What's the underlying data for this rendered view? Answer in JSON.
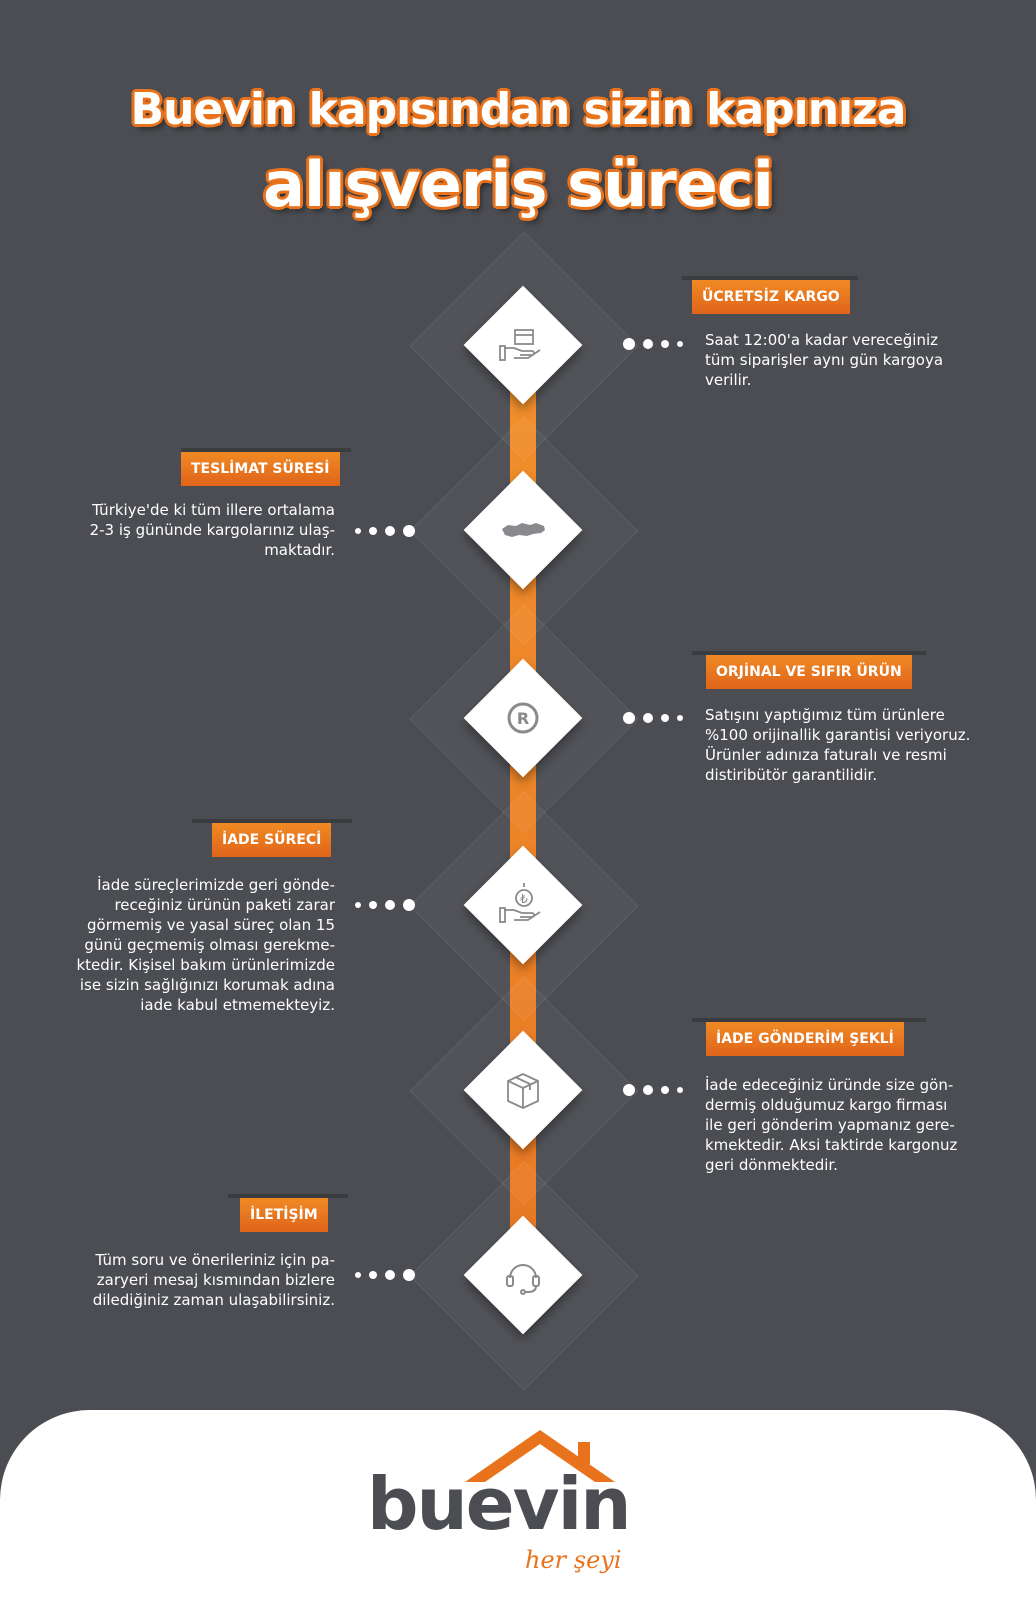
{
  "header": {
    "line1": "Buevin kapısından sizin kapınıza",
    "line2": "alışveriş süreci"
  },
  "steps": [
    {
      "title": "ÜCRETSİZ KARGO",
      "text": "Saat 12:00'a kadar vereceğiniz\ntüm siparişler aynı gün kargoya\nverilir.",
      "icon": "hand-box-icon",
      "side": "right"
    },
    {
      "title": "TESLİMAT SÜRESİ",
      "text": "Türkiye'de ki tüm illere ortalama\n2-3 iş gününde kargolarınız ulaş-\nmaktadır.",
      "icon": "turkey-map-icon",
      "side": "left"
    },
    {
      "title": "ORJİNAL VE SIFIR ÜRÜN",
      "text": "Satışını yaptığımız tüm ürünlere\n%100 orijinallik garantisi veriyoruz.\nÜrünler adınıza faturalı ve resmi\ndistiribütör garantilidir.",
      "icon": "registered-icon",
      "side": "right"
    },
    {
      "title": "İADE SÜRECİ",
      "text": "İade süreçlerimizde geri gönde-\nreceğiniz ürünün paketi zarar\ngörmemiş ve yasal süreç olan 15\ngünü geçmemiş olması gerekme-\nktedir. Kişisel bakım ürünlerimizde\nise sizin sağlığınızı korumak adına\niade kabul etmemekteyiz.",
      "icon": "hand-lira-icon",
      "side": "left"
    },
    {
      "title": "İADE GÖNDERİM ŞEKLİ",
      "text": "İade edeceğiniz üründe size gön-\ndermiş olduğumuz kargo firması\nile geri gönderim yapmanız gere-\nkmektedir. Aksi taktirde kargonuz\ngeri dönmektedir.",
      "icon": "package-icon",
      "side": "right"
    },
    {
      "title": "İLETİŞİM",
      "text": "Tüm soru ve önerileriniz için pa-\nzaryeri mesaj kısmından bizlere\ndilediğiniz zaman ulaşabilirsiniz.",
      "icon": "headset-icon",
      "side": "left"
    }
  ],
  "logo": {
    "word": "buevin",
    "tagline": "her şeyi"
  },
  "colors": {
    "background": "#4b4d52",
    "accent": "#e8731c",
    "white": "#ffffff"
  }
}
